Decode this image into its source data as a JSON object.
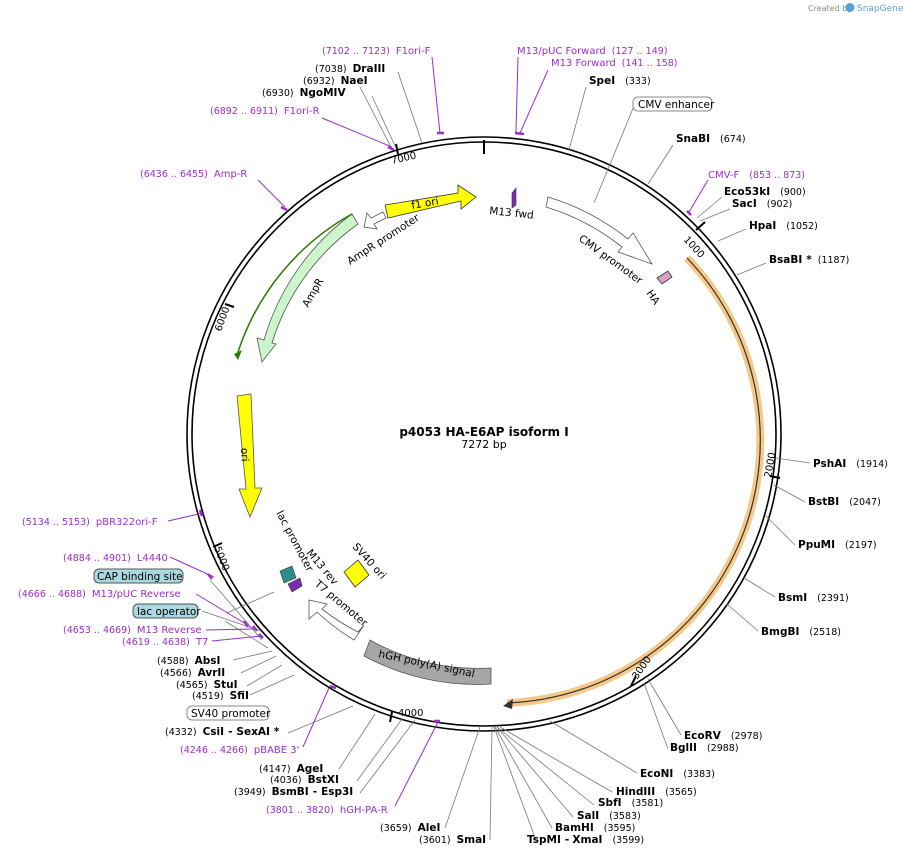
{
  "credit": {
    "prefix": "Created by",
    "brand": "SnapGene"
  },
  "plasmid": {
    "name": "p4053 HA-E6AP isoform I",
    "size": "7272 bp",
    "length": 7272
  },
  "ticks": [
    "1000",
    "2000",
    "3000",
    "4000",
    "5000",
    "6000",
    "7000"
  ],
  "features": [
    {
      "label": "f1 ori",
      "color": "#ffff00"
    },
    {
      "label": "AmpR promoter",
      "color": "#ffffff"
    },
    {
      "label": "AmpR",
      "color": "#ccf5cc"
    },
    {
      "label": "ori",
      "color": "#ffff00"
    },
    {
      "label": "CMV promoter",
      "color": "#ffffff"
    },
    {
      "label": "HA",
      "color": "#d6a3c3"
    },
    {
      "label": "M13 fwd",
      "color": "#7a2bb0"
    },
    {
      "label": "lac promoter",
      "color": "#ffffff"
    },
    {
      "label": "M13 rev",
      "color": "#7a2bb0"
    },
    {
      "label": "T7 promoter",
      "color": "#ffffff"
    },
    {
      "label": "SV40 ori",
      "color": "#ffff00"
    },
    {
      "label": "hGH poly(A) signal",
      "color": "#a6a6a6"
    }
  ],
  "right_labels": [
    {
      "name": "SpeI",
      "pos": "(333)"
    },
    {
      "name": "SnaBI",
      "pos": "(674)"
    },
    {
      "name": "Eco53kI",
      "pos": "(900)"
    },
    {
      "name": "SacI",
      "pos": "(902)"
    },
    {
      "name": "HpaI",
      "pos": "(1052)"
    },
    {
      "name": "BsaBI",
      "star": "*",
      "pos": "(1187)"
    },
    {
      "name": "PshAI",
      "pos": "(1914)"
    },
    {
      "name": "BstBI",
      "pos": "(2047)"
    },
    {
      "name": "PpuMI",
      "pos": "(2197)"
    },
    {
      "name": "BsmI",
      "pos": "(2391)"
    },
    {
      "name": "BmgBI",
      "pos": "(2518)"
    },
    {
      "name": "EcoRV",
      "pos": "(2978)"
    },
    {
      "name": "BglII",
      "pos": "(2988)"
    },
    {
      "name": "EcoNI",
      "pos": "(3383)"
    },
    {
      "name": "HindIII",
      "pos": "(3565)"
    },
    {
      "name": "SbfI",
      "pos": "(3581)"
    },
    {
      "name": "SalI",
      "pos": "(3583)"
    },
    {
      "name": "BamHI",
      "pos": "(3595)"
    },
    {
      "name": "TspMI",
      "name2": "XmaI",
      "pos": "(3599)"
    }
  ],
  "left_labels": [
    {
      "name": "DraIII",
      "pos": "(7038)"
    },
    {
      "name": "NaeI",
      "pos": "(6932)"
    },
    {
      "name": "NgoMIV",
      "pos": "(6930)"
    },
    {
      "name": "AbsI",
      "pos": "(4588)"
    },
    {
      "name": "AvrII",
      "pos": "(4566)"
    },
    {
      "name": "StuI",
      "pos": "(4565)"
    },
    {
      "name": "SfiI",
      "pos": "(4519)"
    },
    {
      "name": "CsiI",
      "name2": "SexAI",
      "star": "*",
      "pos": "(4332)"
    },
    {
      "name": "AgeI",
      "pos": "(4147)"
    },
    {
      "name": "BstXI",
      "pos": "(4036)"
    },
    {
      "name": "BsmBI",
      "name2": "Esp3I",
      "pos": "(3949)"
    },
    {
      "name": "AleI",
      "pos": "(3659)"
    },
    {
      "name": "SmaI",
      "pos": "(3601)"
    }
  ],
  "primers": [
    {
      "name": "F1ori-F",
      "range": "(7102 .. 7123)"
    },
    {
      "name": "F1ori-R",
      "range": "(6892 .. 6911)"
    },
    {
      "name": "Amp-R",
      "range": "(6436 .. 6455)"
    },
    {
      "name": "M13/pUC Forward",
      "range": "(127 .. 149)"
    },
    {
      "name": "M13 Forward",
      "range": "(141 .. 158)"
    },
    {
      "name": "CMV-F",
      "range": "(853 .. 873)"
    },
    {
      "name": "pBR322ori-F",
      "range": "(5134 .. 5153)"
    },
    {
      "name": "L4440",
      "range": "(4884 .. 4901)"
    },
    {
      "name": "M13/pUC Reverse",
      "range": "(4666 .. 4688)"
    },
    {
      "name": "M13 Reverse",
      "range": "(4653 .. 4669)"
    },
    {
      "name": "T7",
      "range": "(4619 .. 4638)"
    },
    {
      "name": "pBABE 3'",
      "range": "(4246 .. 4266)"
    },
    {
      "name": "hGH-PA-R",
      "range": "(3801 .. 3820)"
    }
  ],
  "boxed": [
    {
      "label": "CMV enhancer",
      "style": "white"
    },
    {
      "label": "CAP binding site",
      "style": "blue"
    },
    {
      "label": "lac operator",
      "style": "blue"
    },
    {
      "label": "SV40 promoter",
      "style": "white"
    }
  ]
}
